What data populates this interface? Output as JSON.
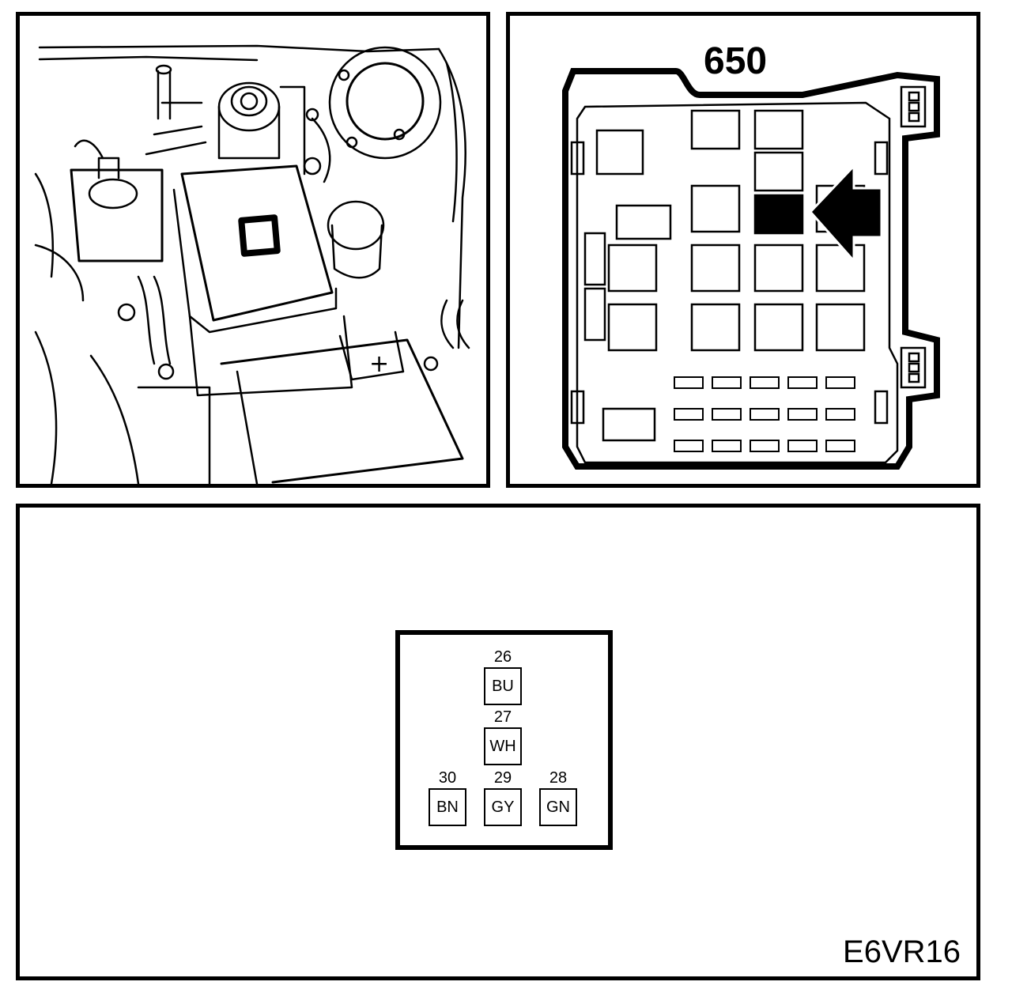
{
  "figure_code": "E6VR16",
  "fuse_box": {
    "number": "650"
  },
  "connector": {
    "pins": [
      {
        "number": "26",
        "wire_color": "BU"
      },
      {
        "number": "27",
        "wire_color": "WH"
      },
      {
        "number": "30",
        "wire_color": "BN"
      },
      {
        "number": "29",
        "wire_color": "GY"
      },
      {
        "number": "28",
        "wire_color": "GN"
      }
    ]
  },
  "engine_bay": {
    "battery_symbol": "+"
  }
}
